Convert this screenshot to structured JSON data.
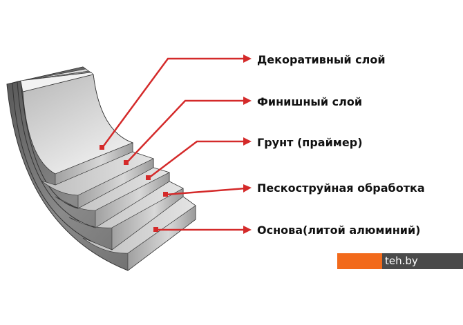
{
  "layers": [
    {
      "label": "Декоративный слой"
    },
    {
      "label": "Финишный слой"
    },
    {
      "label": "Грунт (праймер)"
    },
    {
      "label": "Пескоструйная обработка"
    },
    {
      "label": "Основа(литой алюминий)"
    }
  ],
  "watermark": {
    "text": "teh.by"
  },
  "colors": {
    "arrow": "#d42a2a",
    "watermark_orange": "#f26a1b",
    "watermark_gray": "#4a4a4a"
  }
}
